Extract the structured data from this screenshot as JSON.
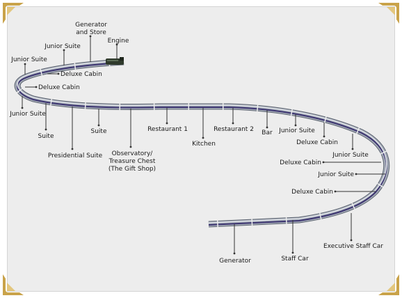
{
  "colors": {
    "background": "#ededed",
    "frame": "#ffffff",
    "car_body": "#9aa2ae",
    "car_stripe": "#3c3470",
    "car_roof": "#c7ccd4",
    "engine": "#2f3a2c",
    "corner_gold": "#c9a34a",
    "text": "#1a1a1a"
  },
  "icons": {
    "corners": "gold-corner-ornament",
    "engine": "locomotive-icon"
  },
  "labels": {
    "generator_store": [
      "Generator",
      "and Store"
    ],
    "engine": "Engine",
    "junior_suite_top": "Junior Suite",
    "junior_suite_upper_left": "Junior Suite",
    "deluxe_cabin_1": "Deluxe Cabin",
    "deluxe_cabin_2": "Deluxe Cabin",
    "junior_suite_left": "Junior Suite",
    "suite_1": "Suite",
    "presidential_suite": "Presidential Suite",
    "suite_2": "Suite",
    "observatory": [
      "Observatory/",
      "Treasure Chest",
      "(The Gift Shop)"
    ],
    "restaurant_1": "Restaurant 1",
    "kitchen": "Kitchen",
    "restaurant_2": "Restaurant 2",
    "bar": "Bar",
    "junior_suite_right_1": "Junior Suite",
    "deluxe_cabin_3": "Deluxe Cabin",
    "junior_suite_right_2": "Junior Suite",
    "deluxe_cabin_4": "Deluxe Cabin",
    "junior_suite_right_3": "Junior Suite",
    "deluxe_cabin_5": "Deluxe Cabin",
    "executive_staff_car": "Executive Staff Car",
    "staff_car": "Staff Car",
    "generator_bottom": "Generator"
  }
}
